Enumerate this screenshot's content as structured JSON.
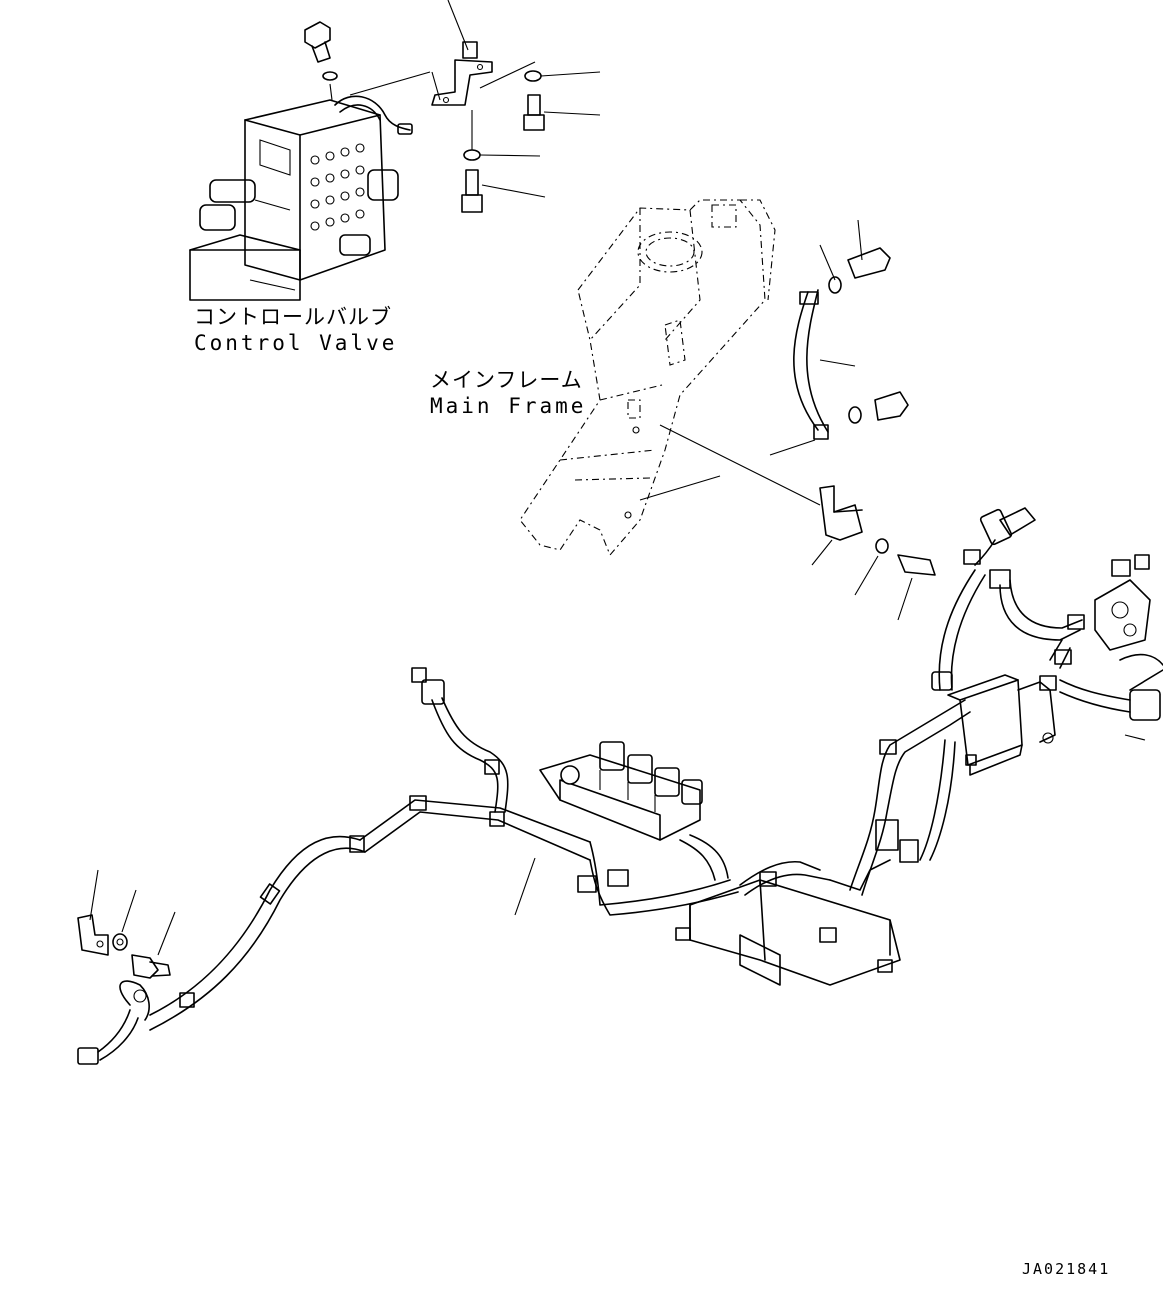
{
  "labels": {
    "control_valve_jp": "コントロールバルブ",
    "control_valve_en": "Control Valve",
    "main_frame_jp": "メインフレーム",
    "main_frame_en": "Main Frame",
    "drawing_code": "JA021841"
  },
  "colors": {
    "line": "#000000",
    "background": "#ffffff"
  }
}
